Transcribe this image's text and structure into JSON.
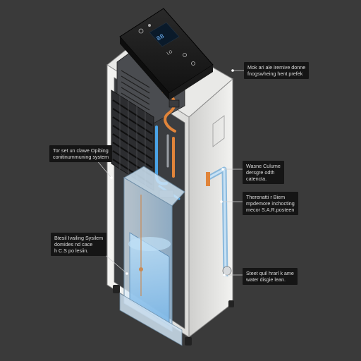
{
  "display": {
    "readout": "88",
    "brand": "LG"
  },
  "callouts": {
    "top_right": {
      "line1": "Mok ari ale iremive donne",
      "line2": "fnogswheing hent prefek"
    },
    "left_upper": {
      "line1": "Tor set un clawe Opibing",
      "line2": "conitinummuning system"
    },
    "right_mid": {
      "line1": "Wasne Culume",
      "line2": "dersgre odth",
      "line3": "catencta."
    },
    "right_lower": {
      "line1": "Therenatti r Biem",
      "line2": "mpdemore inchocting",
      "line3": "mecor S.A.R.posteen"
    },
    "left_lower": {
      "line1": "Btesil Ivailing Sysilem",
      "line2": "domides nd cace",
      "line3": "h C.S po lesiin."
    },
    "bottom_right": {
      "line1": "Steet quil hrarl k ame",
      "line2": "water disgie lean."
    }
  },
  "colors": {
    "background": "#3a3a3a",
    "body": "#eeeeec",
    "panel": "#1d1d1d",
    "display": "#6fb7ff",
    "copper": "#e0843a",
    "water": "#8cc6ee",
    "callout_bg": "#151515"
  }
}
